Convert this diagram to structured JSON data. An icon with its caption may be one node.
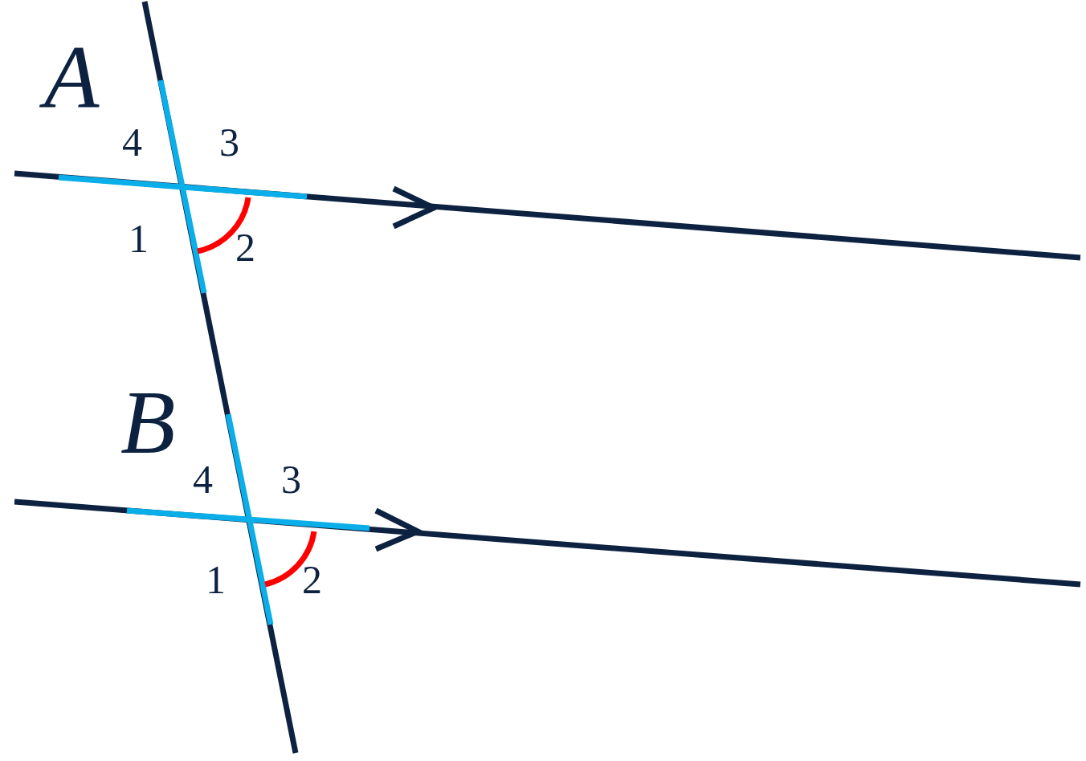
{
  "diagram": {
    "labels": [
      "A",
      "4",
      "3",
      "1",
      "2",
      "B",
      "4",
      "3",
      "1",
      "2"
    ]
  }
}
